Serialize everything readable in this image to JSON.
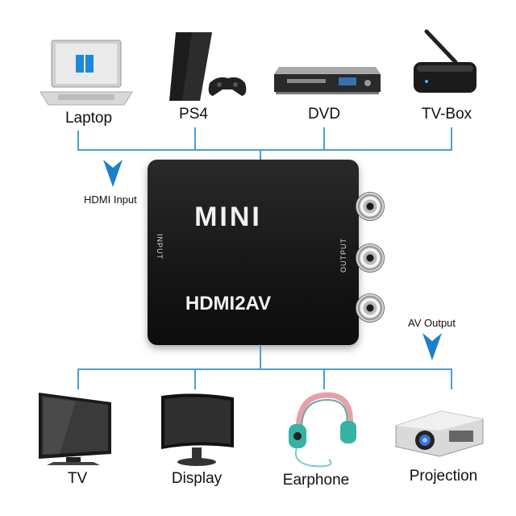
{
  "sources": [
    {
      "label": "Laptop",
      "icon": "laptop-icon"
    },
    {
      "label": "PS4",
      "icon": "ps4-console-icon"
    },
    {
      "label": "DVD",
      "icon": "dvd-player-icon"
    },
    {
      "label": "TV-Box",
      "icon": "tv-box-icon"
    }
  ],
  "outputs": [
    {
      "label": "TV",
      "icon": "tv-icon"
    },
    {
      "label": "Display",
      "icon": "monitor-icon"
    },
    {
      "label": "Earphone",
      "icon": "headphones-icon"
    },
    {
      "label": "Projection",
      "icon": "projector-icon"
    }
  ],
  "annotations": {
    "hdmi_input": "HDMI Input",
    "av_output": "AV Output"
  },
  "device": {
    "brand": "MINI",
    "model": "HDMI2AV",
    "input_port_label": "INPUT",
    "output_port_label": "OUTPUT"
  },
  "colors": {
    "connector_line": "#4a9fd6",
    "arrow": "#1e7fc8",
    "device_body": "#161616"
  }
}
